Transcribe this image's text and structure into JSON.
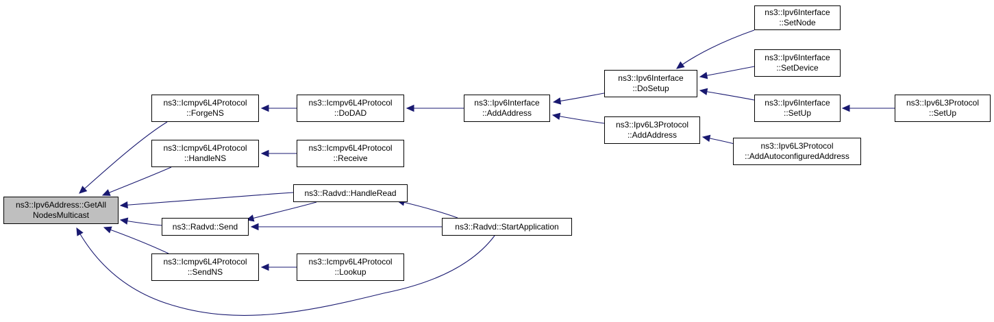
{
  "diagram": {
    "colors": {
      "edge": "#191970",
      "root_fill": "#bfbfbf",
      "node_fill": "#ffffff",
      "border": "#000000"
    },
    "nodes": [
      {
        "id": "root",
        "lines": [
          "ns3::Ipv6Address::GetAll",
          "NodesMulticast"
        ]
      },
      {
        "id": "forgens",
        "lines": [
          "ns3::Icmpv6L4Protocol",
          "::ForgeNS"
        ]
      },
      {
        "id": "handlens",
        "lines": [
          "ns3::Icmpv6L4Protocol",
          "::HandleNS"
        ]
      },
      {
        "id": "send",
        "lines": [
          "ns3::Radvd::Send"
        ]
      },
      {
        "id": "sendns",
        "lines": [
          "ns3::Icmpv6L4Protocol",
          "::SendNS"
        ]
      },
      {
        "id": "dodad",
        "lines": [
          "ns3::Icmpv6L4Protocol",
          "::DoDAD"
        ]
      },
      {
        "id": "receive",
        "lines": [
          "ns3::Icmpv6L4Protocol",
          "::Receive"
        ]
      },
      {
        "id": "handleread",
        "lines": [
          "ns3::Radvd::HandleRead"
        ]
      },
      {
        "id": "lookup",
        "lines": [
          "ns3::Icmpv6L4Protocol",
          "::Lookup"
        ]
      },
      {
        "id": "addaddress",
        "lines": [
          "ns3::Ipv6Interface",
          "::AddAddress"
        ]
      },
      {
        "id": "startapp",
        "lines": [
          "ns3::Radvd::StartApplication"
        ]
      },
      {
        "id": "dosetup",
        "lines": [
          "ns3::Ipv6Interface",
          "::DoSetup"
        ]
      },
      {
        "id": "l3addaddress",
        "lines": [
          "ns3::Ipv6L3Protocol",
          "::AddAddress"
        ]
      },
      {
        "id": "setnode",
        "lines": [
          "ns3::Ipv6Interface",
          "::SetNode"
        ]
      },
      {
        "id": "setdevice",
        "lines": [
          "ns3::Ipv6Interface",
          "::SetDevice"
        ]
      },
      {
        "id": "ifsetup",
        "lines": [
          "ns3::Ipv6Interface",
          "::SetUp"
        ]
      },
      {
        "id": "autoconf",
        "lines": [
          "ns3::Ipv6L3Protocol",
          "::AddAutoconfiguredAddress"
        ]
      },
      {
        "id": "l3setup",
        "lines": [
          "ns3::Ipv6L3Protocol",
          "::SetUp"
        ]
      }
    ],
    "edges": [
      {
        "from": "forgens",
        "to": "root"
      },
      {
        "from": "handlens",
        "to": "root"
      },
      {
        "from": "handleread",
        "to": "root"
      },
      {
        "from": "send",
        "to": "root"
      },
      {
        "from": "sendns",
        "to": "root"
      },
      {
        "from": "startapp",
        "to": "root"
      },
      {
        "from": "dodad",
        "to": "forgens"
      },
      {
        "from": "receive",
        "to": "handlens"
      },
      {
        "from": "handleread",
        "to": "send"
      },
      {
        "from": "startapp",
        "to": "send"
      },
      {
        "from": "lookup",
        "to": "sendns"
      },
      {
        "from": "addaddress",
        "to": "dodad"
      },
      {
        "from": "startapp",
        "to": "handleread"
      },
      {
        "from": "dosetup",
        "to": "addaddress"
      },
      {
        "from": "l3addaddress",
        "to": "addaddress"
      },
      {
        "from": "setnode",
        "to": "dosetup"
      },
      {
        "from": "setdevice",
        "to": "dosetup"
      },
      {
        "from": "ifsetup",
        "to": "dosetup"
      },
      {
        "from": "autoconf",
        "to": "l3addaddress"
      },
      {
        "from": "l3setup",
        "to": "ifsetup"
      }
    ]
  }
}
